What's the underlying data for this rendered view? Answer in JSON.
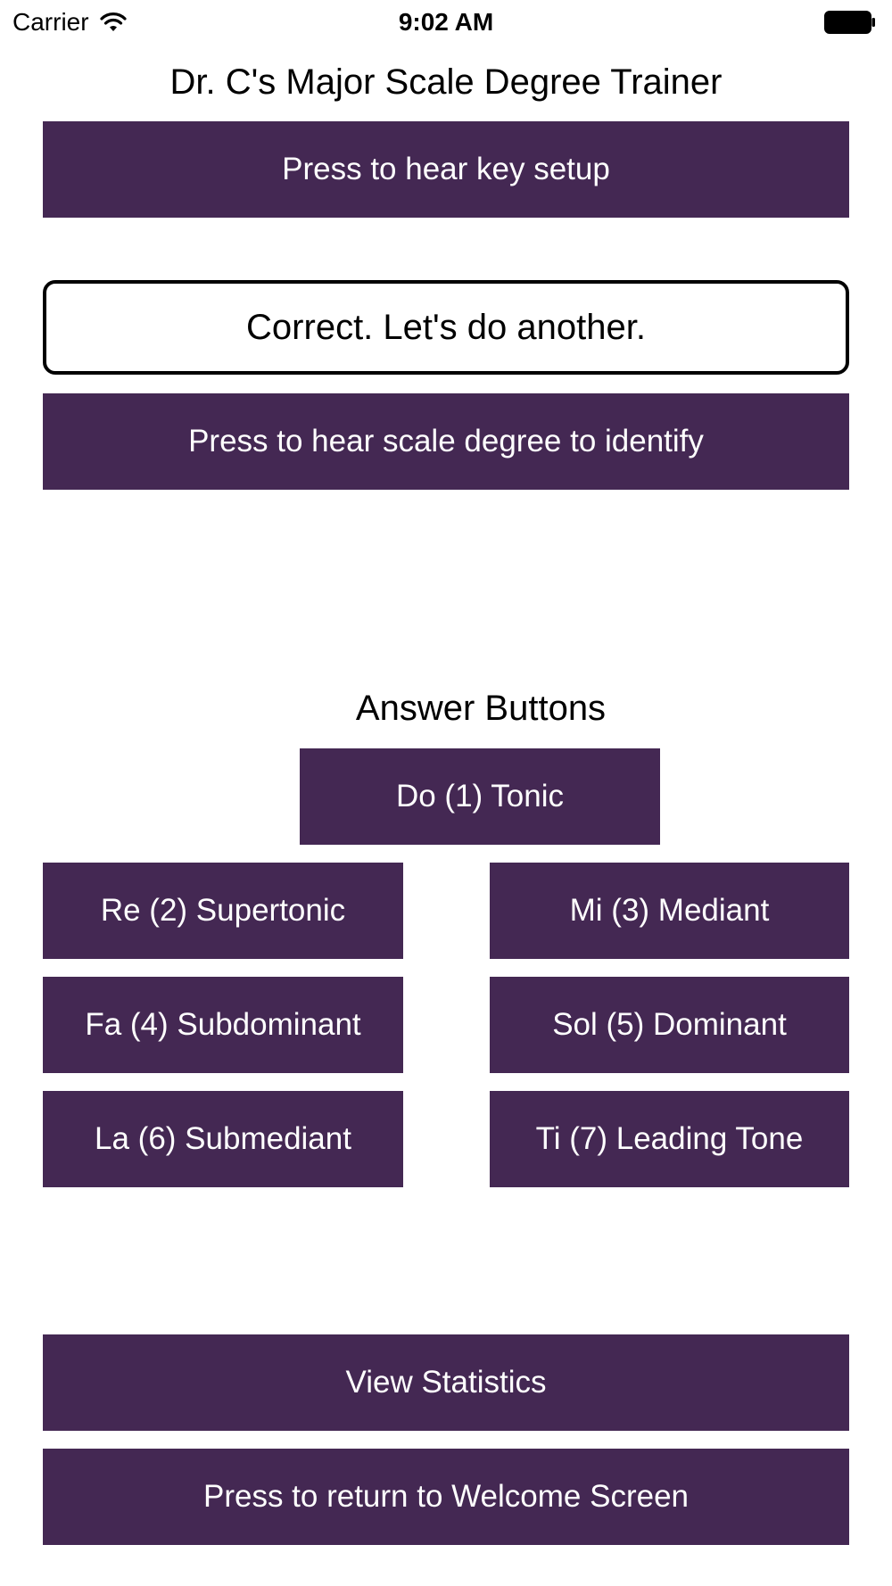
{
  "status_bar": {
    "carrier": "Carrier",
    "time": "9:02 AM"
  },
  "app": {
    "title": "Dr. C's Major Scale Degree Trainer",
    "key_setup_label": "Press to hear key setup",
    "feedback_text": "Correct. Let's do another.",
    "scale_degree_label": "Press to hear scale degree to identify",
    "answers_heading": "Answer Buttons",
    "answers": [
      "Do (1) Tonic",
      "Re (2) Supertonic",
      "Mi (3) Mediant",
      "Fa (4) Subdominant",
      "Sol (5) Dominant",
      "La (6) Submediant",
      "Ti (7) Leading Tone"
    ],
    "view_statistics_label": "View Statistics",
    "return_label": "Press to return to Welcome Screen"
  },
  "colors": {
    "button_bg": "#442853",
    "button_text": "#ffffff"
  },
  "icons": [
    "wifi-icon",
    "battery-icon"
  ]
}
